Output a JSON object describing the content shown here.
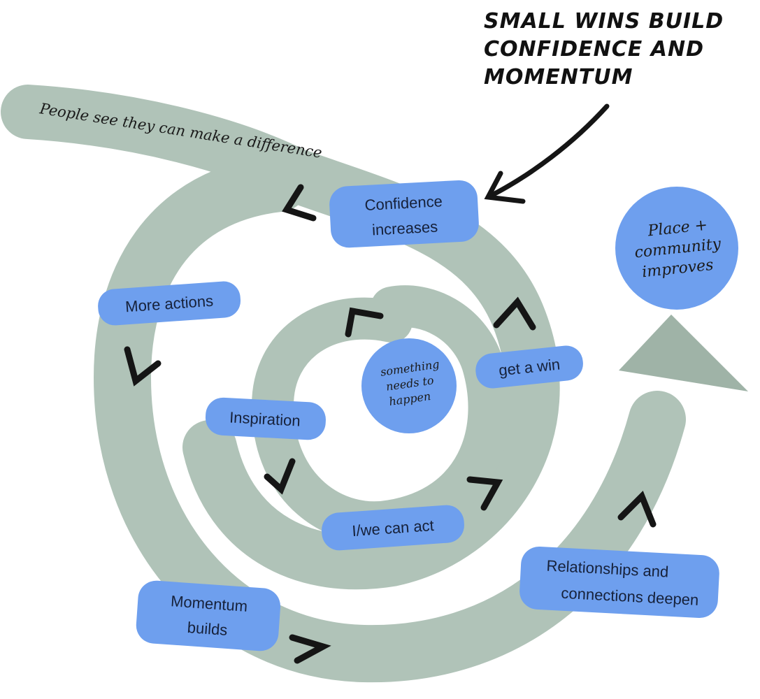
{
  "title_lines": [
    "SMALL WINS BUILD",
    "CONFIDENCE AND",
    "MOMENTUM"
  ],
  "path_caption": "People see they can make a difference",
  "center_label": [
    "something",
    "needs to",
    "happen"
  ],
  "outcome_label": [
    "Place +",
    "community",
    "improves"
  ],
  "stages": {
    "confidence": [
      "Confidence",
      "increases"
    ],
    "more_actions": [
      "More actions"
    ],
    "get_a_win": [
      "get a win"
    ],
    "inspiration": [
      "Inspiration"
    ],
    "act": [
      "I/we can act"
    ],
    "momentum": [
      "Momentum",
      "builds"
    ],
    "relationships": [
      "Relationships and",
      "connections deepen"
    ]
  },
  "colors": {
    "band": "#b0c3b8",
    "band_dark": "#9fb3a7",
    "pill": "#6e9fee",
    "circle": "#6e9fee",
    "ink": "#16213a"
  }
}
